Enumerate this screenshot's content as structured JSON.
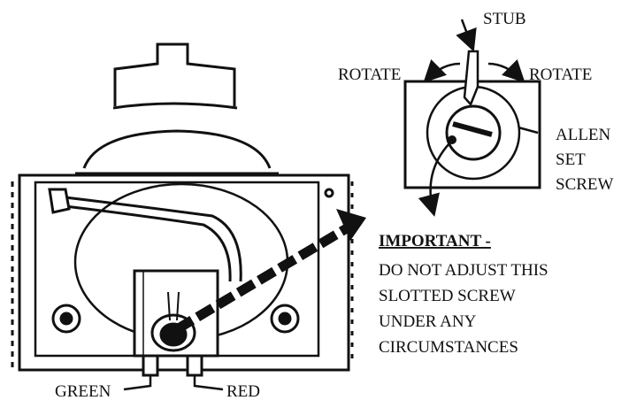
{
  "labels": {
    "stub": "STUB",
    "rotate_left": "ROTATE",
    "rotate_right": "ROTATE",
    "allen": [
      "ALLEN",
      "SET",
      "SCREW"
    ],
    "important_heading": "IMPORTANT -",
    "important_body": [
      "DO NOT ADJUST THIS",
      "SLOTTED SCREW",
      "UNDER ANY",
      "CIRCUMSTANCES"
    ],
    "green": "GREEN",
    "red": "RED"
  }
}
